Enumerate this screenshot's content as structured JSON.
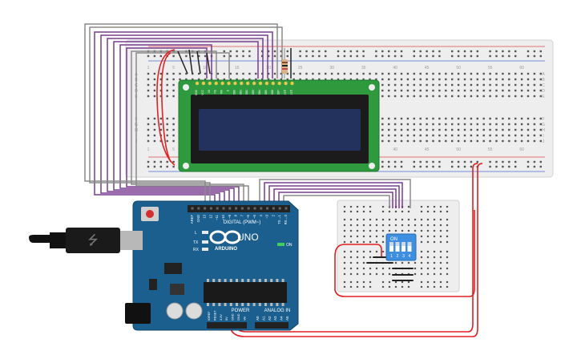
{
  "colors": {
    "background": "#ffffff",
    "breadboard": "#eeeeee",
    "arduino_board": "#1b5f8f",
    "lcd_pcb": "#2e9a3d",
    "lcd_screen": "#23325c",
    "dip_switch": "#3f8fe0",
    "wire_purple": "#7a3b8f",
    "wire_gray": "#8a8a8a",
    "wire_red": "#e02020",
    "wire_black": "#222222"
  },
  "arduino": {
    "model": "UNO",
    "brand": "ARDUINO",
    "digital_header": "DIGITAL (PWM~)",
    "power_header": "POWER",
    "analog_header": "ANALOG IN",
    "on_label": "ON",
    "led_l": "L",
    "led_tx": "TX",
    "led_rx": "RX",
    "pins_digital": [
      "AREF",
      "GND",
      "13",
      "12",
      "~11",
      "~10",
      "~9",
      "8",
      "7",
      "~6",
      "~5",
      "4",
      "~3",
      "2",
      "TX→1",
      "RX←0"
    ],
    "pins_power": [
      "IOREF",
      "RESET",
      "3.3V",
      "5V",
      "GND",
      "GND",
      "Vin"
    ],
    "pins_analog": [
      "A0",
      "A1",
      "A2",
      "A3",
      "A4",
      "A5"
    ]
  },
  "lcd": {
    "pins": [
      "GND",
      "VCC",
      "V0",
      "RS",
      "RW",
      "E",
      "DB0",
      "DB1",
      "DB2",
      "DB3",
      "DB4",
      "DB5",
      "DB6",
      "DB7",
      "LED",
      "LED"
    ]
  },
  "dip": {
    "on_label": "ON",
    "switches": [
      "1",
      "2",
      "3",
      "4"
    ]
  },
  "breadboard": {
    "rows_left": [
      "A",
      "B",
      "C",
      "D",
      "E",
      "F",
      "G",
      "H",
      "I",
      "J"
    ],
    "rows_right": [
      "A",
      "B",
      "C",
      "D",
      "E",
      "F",
      "G",
      "H",
      "I",
      "J"
    ],
    "col_numbers": [
      "1",
      "5",
      "10",
      "15",
      "20",
      "25",
      "30",
      "35",
      "40",
      "45",
      "50",
      "55",
      "60"
    ]
  }
}
